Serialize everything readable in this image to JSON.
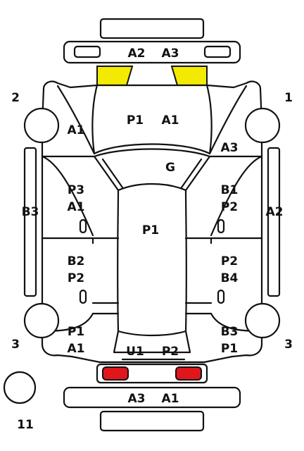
{
  "colors": {
    "line": "#111111",
    "background": "#ffffff",
    "front_lights": "#f2ea00",
    "rear_lights": "#e0161c"
  },
  "corners": {
    "front_right": "1",
    "front_left": "2",
    "rear_left": "3",
    "rear_right": "3",
    "spare_tire": "11"
  },
  "front": {
    "bumper_left": "A2",
    "bumper_right": "A3"
  },
  "hood": {
    "line1": "P1",
    "line2": "A1"
  },
  "fenders": {
    "front_left": "A1",
    "front_right": "A3"
  },
  "cowl": "G",
  "roof": "P1",
  "rockers": {
    "left": "B3",
    "right": "A2"
  },
  "doors": {
    "front_left": {
      "line1": "P3",
      "line2": "A1"
    },
    "rear_left": {
      "line1": "B2",
      "line2": "P2"
    },
    "front_right": {
      "line1": "B1",
      "line2": "P2"
    },
    "rear_right": {
      "line1": "P2",
      "line2": "B4"
    }
  },
  "quarters": {
    "rear_left": {
      "line1": "P1",
      "line2": "A1"
    },
    "rear_right": {
      "line1": "B3",
      "line2": "P1"
    }
  },
  "trunk": {
    "left": "U1",
    "right": "P2"
  },
  "rear": {
    "bumper_left": "A3",
    "bumper_right": "A1"
  }
}
